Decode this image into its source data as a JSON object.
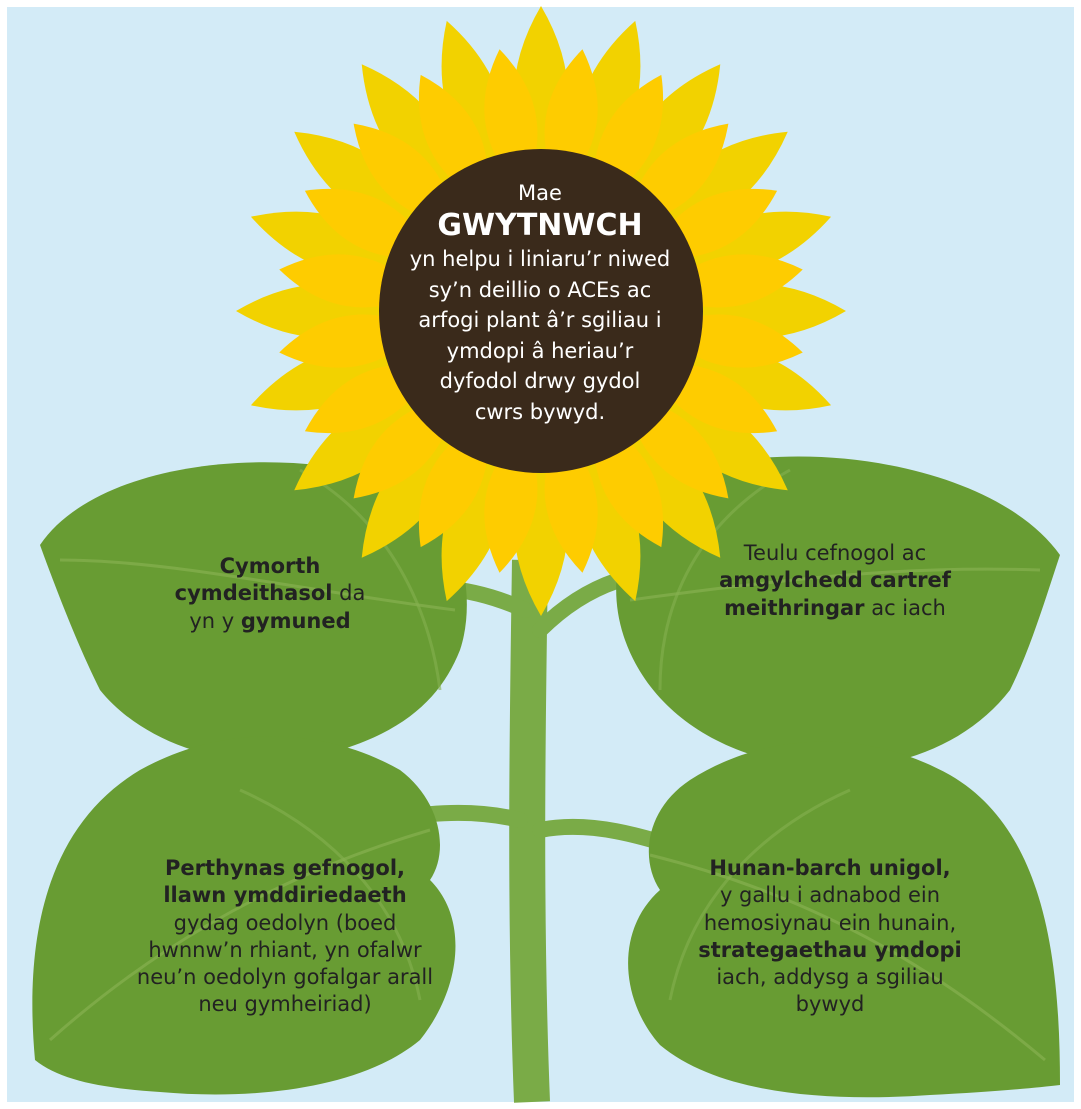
{
  "colors": {
    "sky": "#d3ebf7",
    "leaf": "#689c33",
    "leaf_vein": "#86b050",
    "stem": "#7aab47",
    "petal_outer": "#f2d200",
    "petal_inner": "#fecc00",
    "center": "#3a2a1b"
  },
  "center": {
    "intro": "Mae",
    "headline": "GWYTNWCH",
    "body_lines": [
      "yn helpu i liniaru’r niwed",
      "sy’n deillio o ACEs ac",
      "arfogi plant â’r sgiliau i",
      "ymdopi â heriau’r",
      "dyfodol drwy gydol",
      "cwrs bywyd."
    ]
  },
  "leaves": {
    "upper_left": {
      "b1": "Cymorth",
      "b2": "cymdeithasol",
      "t1": " da",
      "t2": "yn y ",
      "b3": "gymuned"
    },
    "upper_right": {
      "t1": "Teulu cefnogol ac",
      "b1": "amgylchedd cartref",
      "b2": "meithringar",
      "t2": " ac iach"
    },
    "lower_left": {
      "b1": "Perthynas gefnogol,",
      "b2": "llawn ymddiriedaeth",
      "t1": "gydag oedolyn (boed",
      "t2": "hwnnw’n rhiant, yn ofalwr",
      "t3": "neu’n oedolyn gofalgar arall",
      "t4": "neu gymheiriad)"
    },
    "lower_right": {
      "b1": "Hunan-barch unigol,",
      "t1": "y gallu i adnabod ein",
      "t2": "hemosiynau ein hunain,",
      "b2": "strategaethau ymdopi",
      "t3": "iach, addysg a sgiliau",
      "t4": "bywyd"
    }
  }
}
